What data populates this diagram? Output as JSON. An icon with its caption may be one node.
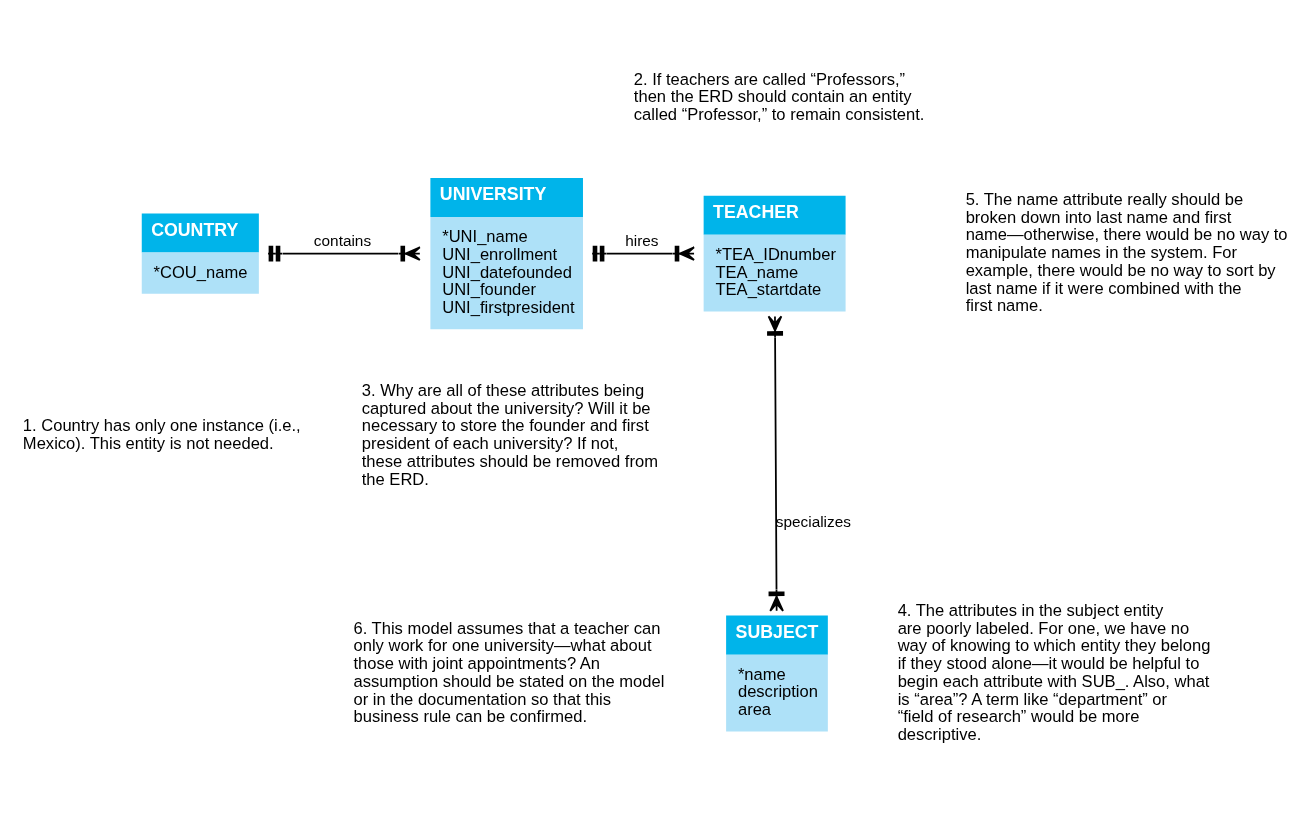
{
  "diagram": {
    "nodes": [
      {
        "text": [
          "COUNTRY",
          "*COU_name"
        ]
      },
      {
        "text": [
          "UNIVERSITY",
          "*UNI_name",
          "UNI_enrollment",
          "UNI_datefounded",
          "UNI_founder",
          "UNI_firstpresident"
        ]
      },
      {
        "text": [
          "TEACHER",
          "*TEA_IDnumber",
          "TEA_name",
          "TEA_startdate"
        ]
      },
      {
        "text": [
          "SUBJECT",
          "*name",
          "description",
          "area"
        ]
      }
    ],
    "edges": [
      {
        "from": 0,
        "to": 1,
        "arrow": "other",
        "label": "contains"
      },
      {
        "from": 1,
        "to": 2,
        "arrow": "other",
        "label": "hires"
      },
      {
        "from": 2,
        "to": 3,
        "arrow": "other",
        "label": "specializes"
      }
    ],
    "labels": [
      "2. If teachers are called “Professors,” then the ERD should contain an entity called “Professor,” to remain consistent.",
      "5. The name attribute really should be broken down into last name and first name—otherwise, there would be no way to manipulate names in the system. For example, there would be no way to sort by last name if it were combined with the first name.",
      "1. Country has only one instance (i.e., Mexico). This entity is not needed.",
      "3. Why are all of these attributes being captured about the university? Will it be  necessary to store the founder and first president of each university? If not, these attributes should be removed from the ERD.",
      "6. This model assumes that a teacher can only work for one university—what about those with joint appointments? An assumption should be stated on the model or in the documentation so that this business rule can be confirmed.",
      "4. The attributes in the subject entity are poorly labeled. For one, we have no way of knowing to which entity they belong if they stood alone—it would be helpful to begin each attribute with SUB_. Also, what is “area”? A term like “department” or “field of research” would be more descriptive."
    ]
  }
}
